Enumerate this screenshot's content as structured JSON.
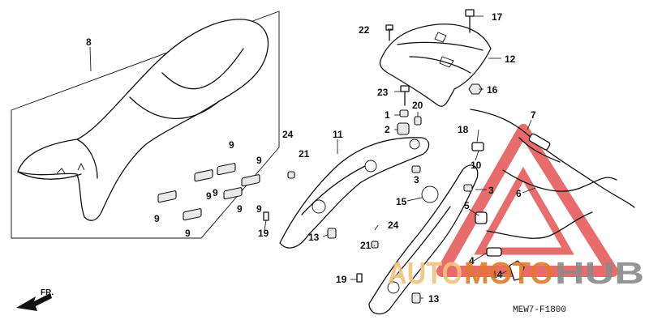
{
  "diagram": {
    "code": "MEW7-F1800",
    "front_label": "FR.",
    "watermark": {
      "part1": "AUTO",
      "part2": "MOTO",
      "part3": "HUB",
      "color_main": "#f3c27a",
      "color_mid": "#e07a2a",
      "color_hub": "#8a8a8a",
      "triangle_color": "#e23b3b"
    },
    "callouts": [
      "8",
      "9",
      "9",
      "9",
      "9",
      "9",
      "9",
      "9",
      "9",
      "22",
      "17",
      "12",
      "16",
      "23",
      "20",
      "1",
      "2",
      "11",
      "21",
      "24",
      "3",
      "7",
      "18",
      "10",
      "3",
      "6",
      "15",
      "5",
      "19",
      "13",
      "24",
      "21",
      "4",
      "14",
      "19",
      "13"
    ]
  }
}
